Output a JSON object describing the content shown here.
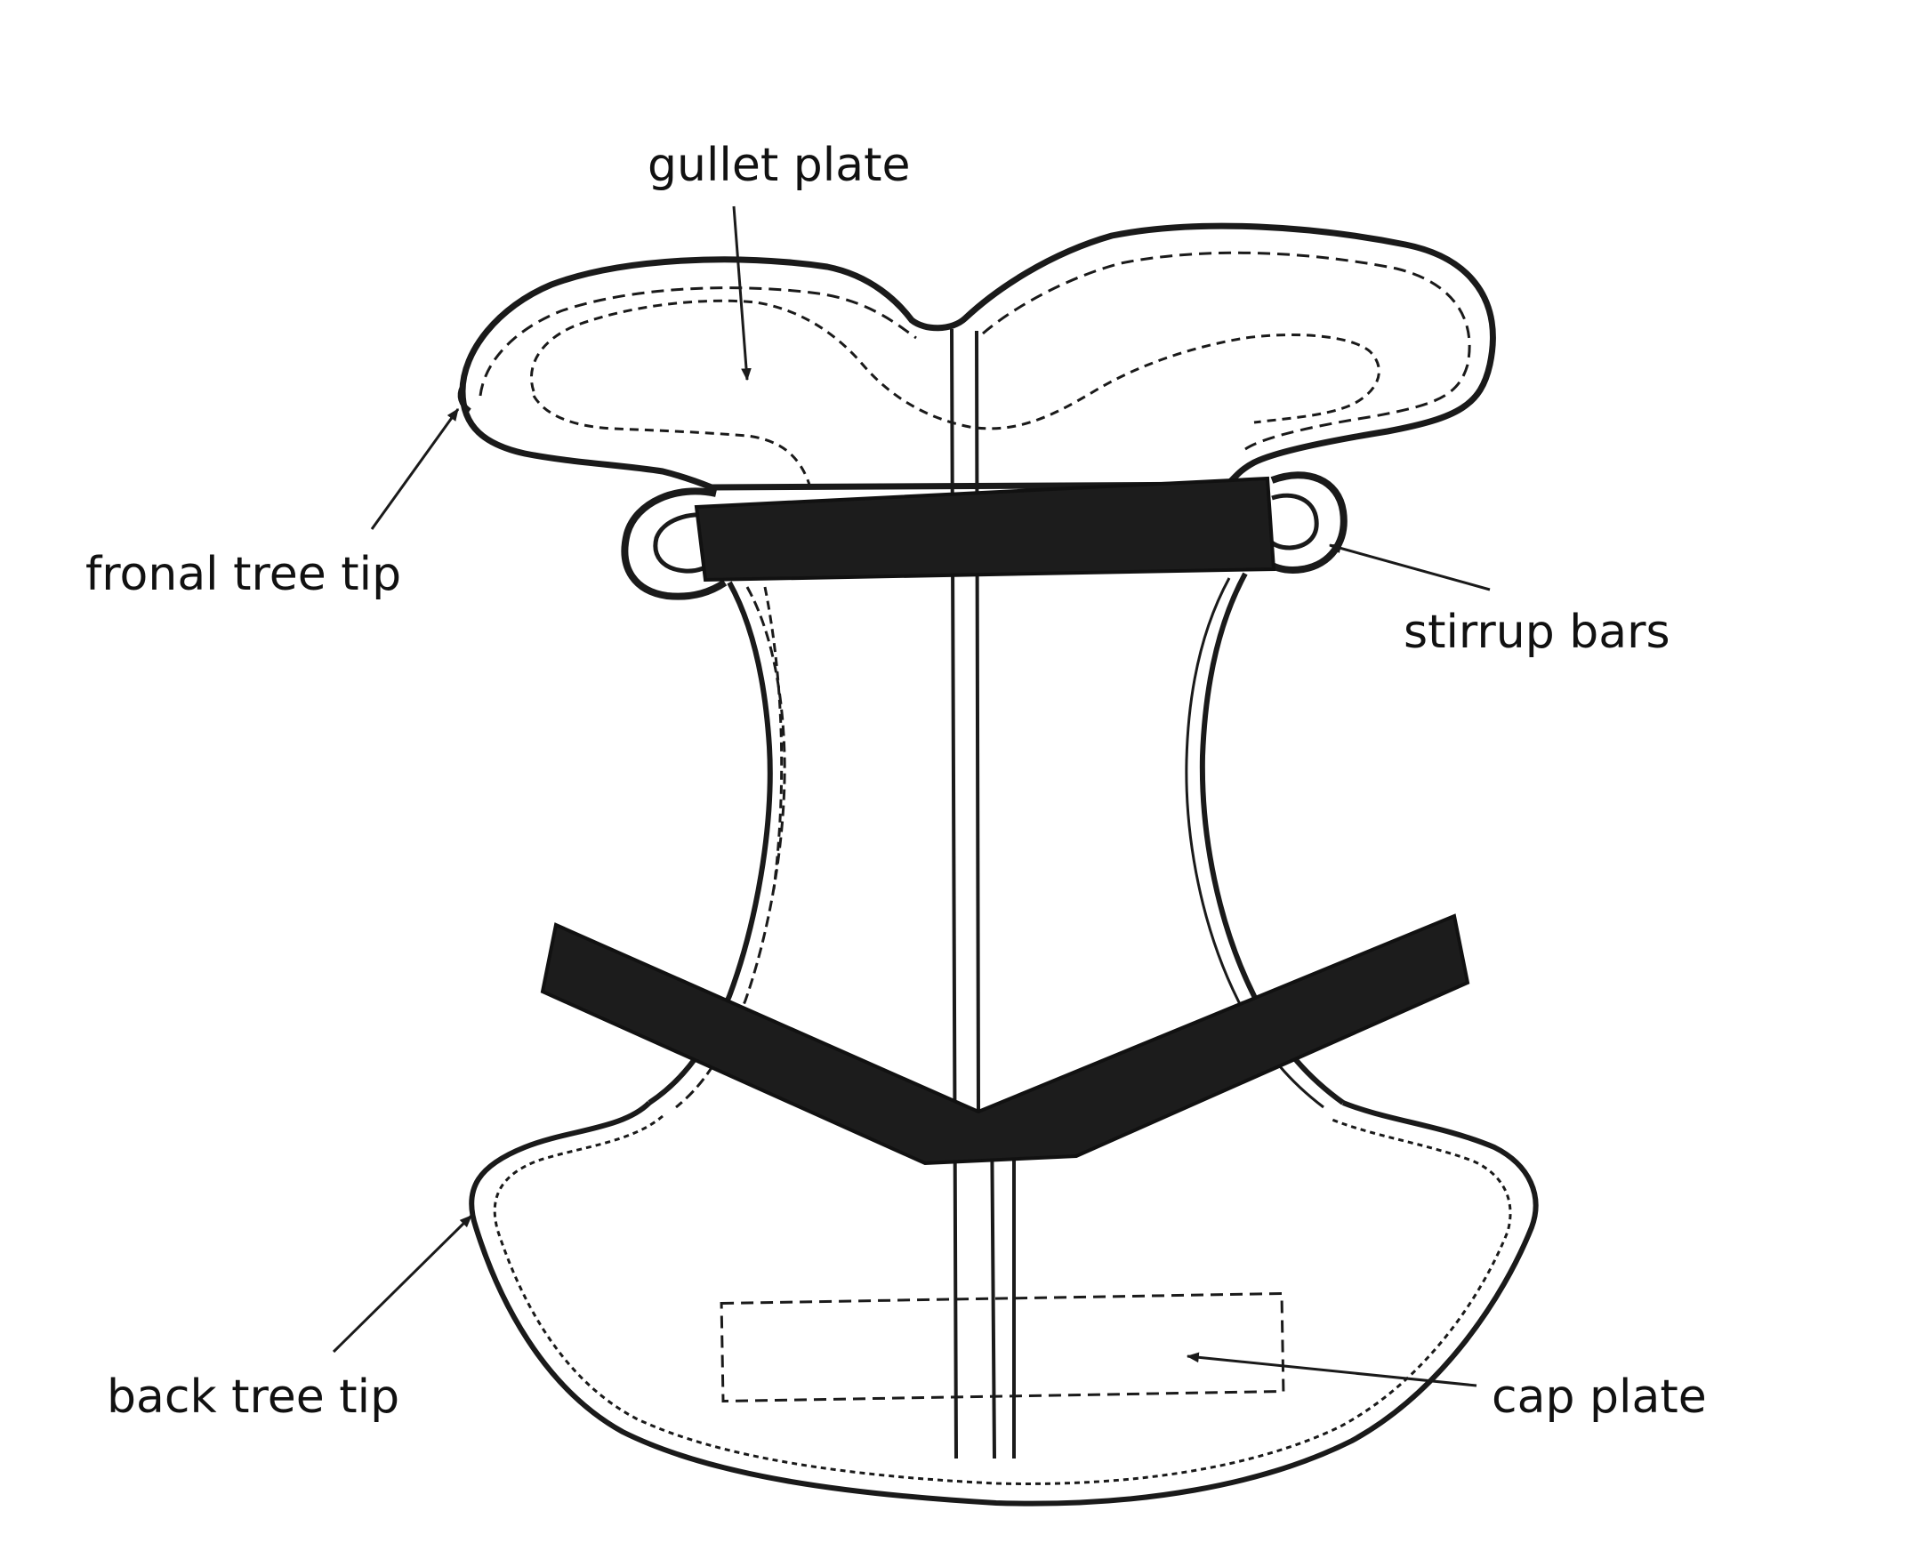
{
  "diagram": {
    "labels": {
      "gullet_plate": "gullet plate",
      "frontal_tree_tip": "fronal tree tip",
      "stirrup_bars": "stirrup bars",
      "back_tree_tip": "back tree tip",
      "cap_plate": "cap plate"
    },
    "colors": {
      "ink": "#1a1a1a",
      "strap": "#1c1c1c",
      "paper": "#ffffff",
      "text": "#111111"
    }
  }
}
